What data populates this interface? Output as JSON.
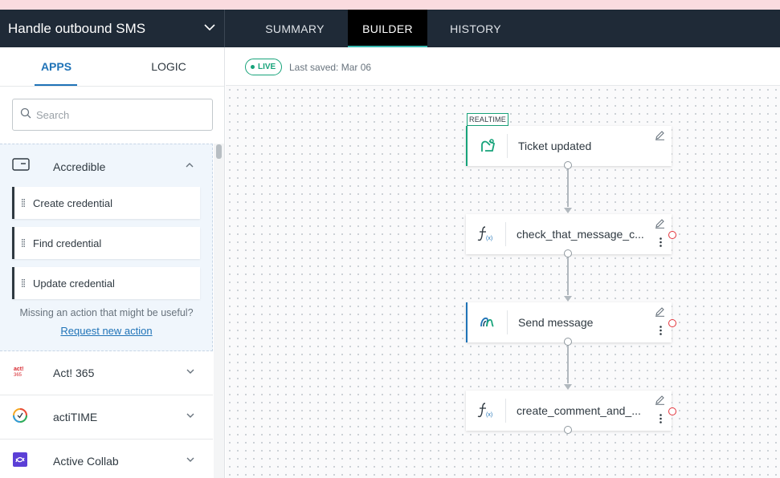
{
  "workflow": {
    "title": "Handle outbound SMS"
  },
  "nav_tabs": [
    {
      "label": "SUMMARY"
    },
    {
      "label": "BUILDER"
    },
    {
      "label": "HISTORY"
    }
  ],
  "sidebar": {
    "tabs": [
      {
        "label": "APPS"
      },
      {
        "label": "LOGIC"
      }
    ],
    "search": {
      "placeholder": "Search"
    },
    "expanded_app": {
      "name": "Accredible",
      "actions": [
        "Create credential",
        "Find credential",
        "Update credential"
      ],
      "missing_text": "Missing an action that might be useful?",
      "request_link": "Request new action"
    },
    "apps": [
      {
        "name": "Act! 365",
        "icon": "act365-logo-icon"
      },
      {
        "name": "actiTIME",
        "icon": "actitime-logo-icon"
      },
      {
        "name": "Active Collab",
        "icon": "active-collab-logo-icon"
      }
    ]
  },
  "canvas_header": {
    "status": "LIVE",
    "last_saved": "Last saved: Mar 06"
  },
  "flow": {
    "trigger_badge": "REALTIME",
    "nodes": [
      {
        "label": "Ticket updated",
        "icon": "zendesk-ticket-icon"
      },
      {
        "label": "check_that_message_c...",
        "icon": "function-icon"
      },
      {
        "label": "Send message",
        "icon": "messaging-app-icon"
      },
      {
        "label": "create_comment_and_...",
        "icon": "function-icon"
      }
    ]
  },
  "colors": {
    "topbar": "#1f2a37",
    "accent_blue": "#1f73b7",
    "live_green": "#17a37a",
    "error_red": "#e3343c"
  }
}
